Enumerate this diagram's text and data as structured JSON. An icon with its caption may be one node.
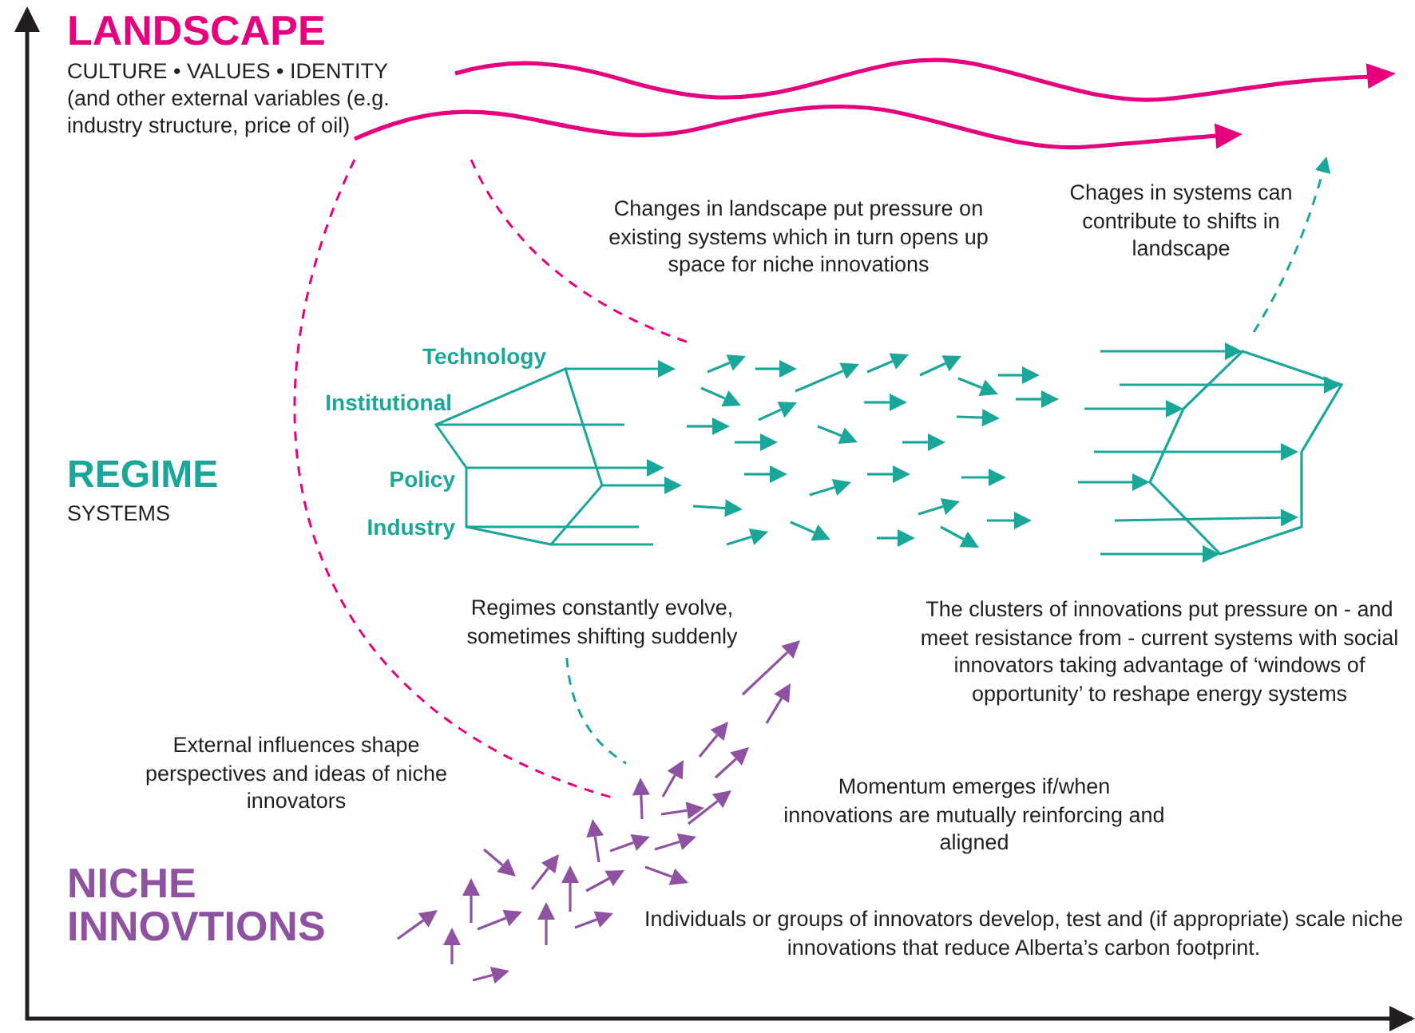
{
  "diagram": {
    "nodes": [
      {
        "text": [
          "LANDSCAPE",
          "CULTURE • VALUES • IDENTITY",
          "(and other external variables (e.g. industry structure, price of oil)"
        ]
      },
      {
        "text": [],
        "shape": "wave"
      },
      {
        "text": [
          "REGIME",
          "SYSTEMS"
        ]
      },
      {
        "text": [
          "Technology",
          "Institutional",
          "Policy",
          "Industry"
        ]
      },
      {
        "text": [],
        "shape": "picture"
      },
      {
        "text": [],
        "shape": "picture"
      },
      {
        "text": [
          "NICHE INNOVTIONS"
        ]
      },
      {
        "text": [],
        "shape": "picture"
      },
      {
        "text": [
          "Regimes constantly evolve, sometimes shifting suddenly"
        ]
      }
    ],
    "edges": [
      {
        "from": 1,
        "to": 4,
        "arrow": "none",
        "style": "dashed",
        "color": "#e6007e"
      },
      {
        "from": 1,
        "to": 7,
        "arrow": "none",
        "style": "dashed",
        "color": "#e6007e"
      },
      {
        "from": 5,
        "to": 1,
        "arrow": "to",
        "style": "dashed",
        "color": "#1aa79a"
      },
      {
        "from": 8,
        "to": 7,
        "arrow": "none",
        "style": "dashed",
        "color": "#1aa79a"
      }
    ],
    "labels": [
      "Changes in landscape put pressure on existing systems which in turn opens up space for niche innovations",
      "Chages in systems can contribute to shifts in landscape",
      "The clusters of innovations put pressure on - and meet resistance from - current systems with social innovators taking advantage of ‘windows of opportunity’ to reshape energy systems",
      "External influences shape perspectives and ideas of niche innovators",
      "Momentum emerges if/when innovations are mutually reinforcing and aligned",
      "Individuals or groups of innovators develop, test and (if appropriate) scale niche innovations that reduce Alberta’s carbon footprint."
    ]
  }
}
